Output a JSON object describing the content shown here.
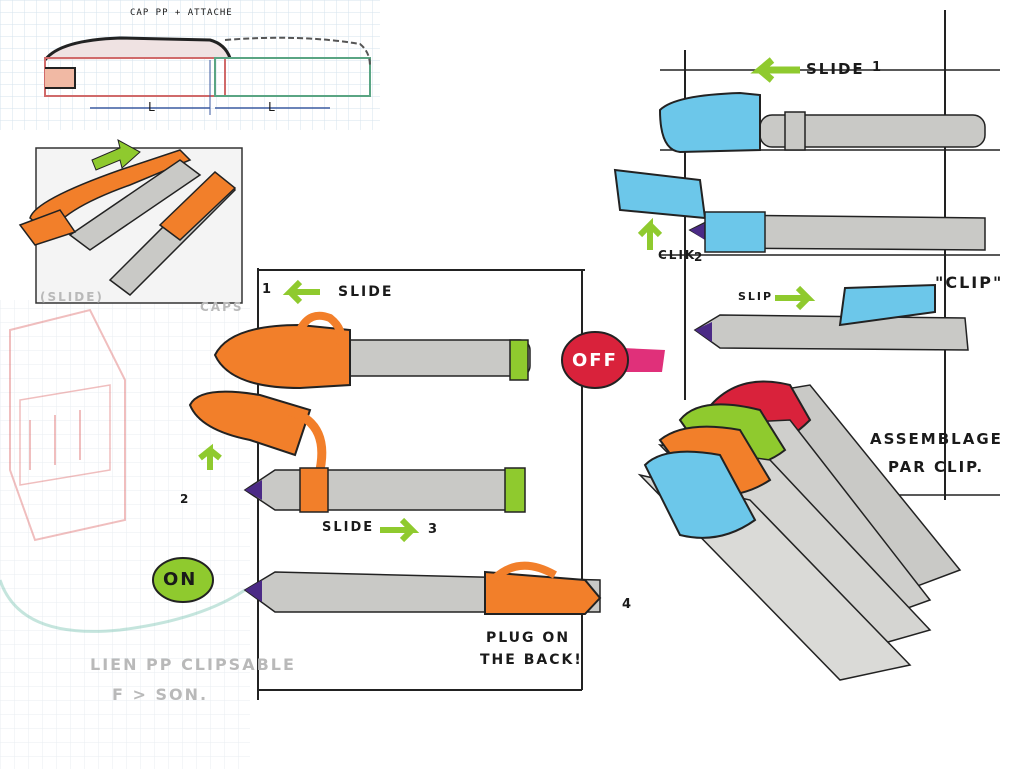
{
  "top_sketch": {
    "caption": "CAP PP + ATTACHE",
    "dim_left": "L",
    "dim_right": "L"
  },
  "side_panel": {
    "step1": "1",
    "slide_label": "SLIDE",
    "off_label": "OFF",
    "step2": "2",
    "slide3_label": "SLIDE",
    "step3": "3",
    "on_label": "ON",
    "step4": "4",
    "plug_note_line1": "PLUG ON",
    "plug_note_line2": "THE BACK!"
  },
  "right_panel": {
    "slide1": "SLIDE",
    "step1": "1",
    "clik": "CLIK",
    "step2": "2",
    "slip": "SLIP",
    "clip": "\"CLIP\"",
    "assembly_line1": "ASSEMBLAGE",
    "assembly_line2": "PAR CLIP."
  },
  "faint_left": {
    "link_line1": "LIEN PP CLIPSABLE",
    "link_line2": "F > SON.",
    "label_a": "CAPS",
    "label_b": "(SLIDE)"
  },
  "colors": {
    "orange": "#f27f2a",
    "blue": "#6cc7ea",
    "green": "#8fca2e",
    "red": "#d9223b",
    "magenta": "#e0307a",
    "grey": "#c9c9c6",
    "purple": "#4b2a86"
  }
}
